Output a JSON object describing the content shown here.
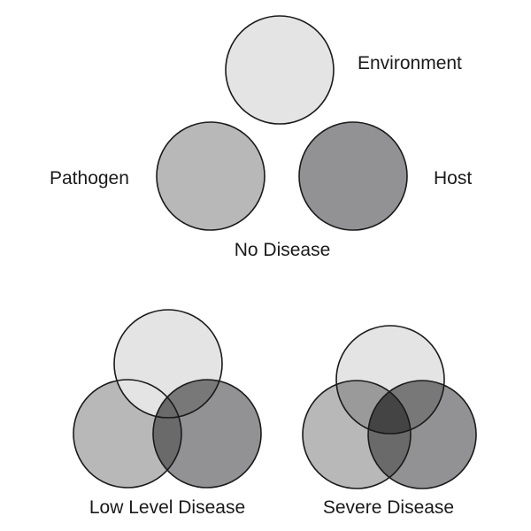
{
  "labels": {
    "environment": "Environment",
    "pathogen": "Pathogen",
    "host": "Host",
    "no_disease": "No Disease",
    "low_level_disease": "Low Level Disease",
    "severe_disease": "Severe Disease"
  },
  "colors": {
    "environment": "#e4e4e4",
    "pathogen": "#b8b8b9",
    "host": "#929294",
    "overlap_env_host": "#787879",
    "overlap_path_host": "#6a6a6b",
    "overlap_env_path": "#9a9a9b",
    "overlap_all": "#444445",
    "stroke": "#1a1a1a"
  }
}
